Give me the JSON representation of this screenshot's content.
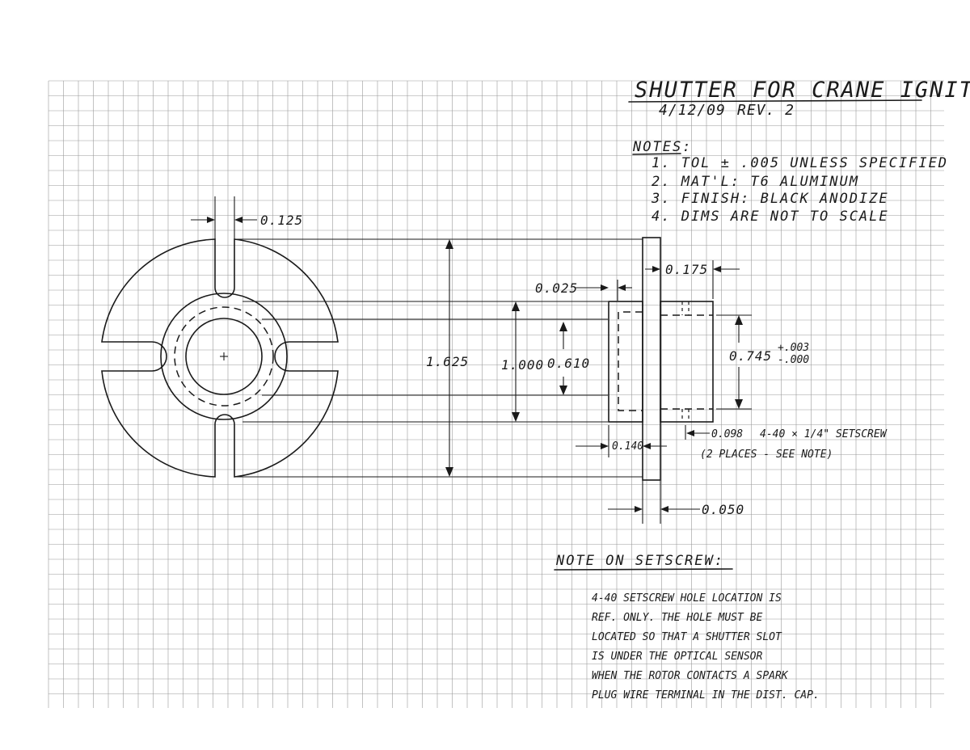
{
  "title": {
    "heading": "SHUTTER FOR CRANE IGNITION",
    "date": "4/12/09",
    "revision": "REV. 2"
  },
  "notes": {
    "header": "NOTES:",
    "items": [
      "1. TOL ± .005 UNLESS SPECIFIED",
      "2. MAT'L: T6 ALUMINUM",
      "3. FINISH: BLACK ANODIZE",
      "4. DIMS ARE NOT TO SCALE"
    ]
  },
  "dimensions": {
    "slot_width": "0.125",
    "overall_diameter": "1.625",
    "hub_od": "1.000",
    "bore": "0.610",
    "shoulder_step": "0.025",
    "hub_length": "0.175",
    "hub_step": "0.745",
    "hub_step_tol_plus": "+.003",
    "hub_step_tol_minus": "-.000",
    "setscrew_offset": "0.098",
    "setscrew_spec": "4-40 × 1/4\" SETSCREW",
    "setscrew_places": "(2 PLACES - SEE NOTE)",
    "flange_offset": "0.140",
    "flange_thickness": "0.050"
  },
  "setscrew_note": {
    "header": "NOTE ON SETSCREW:",
    "lines": [
      "4-40 SETSCREW HOLE LOCATION IS",
      "REF. ONLY. THE HOLE MUST BE",
      "LOCATED SO THAT A SHUTTER SLOT",
      "IS UNDER THE OPTICAL SENSOR",
      "WHEN THE ROTOR CONTACTS A SPARK",
      "PLUG WIRE TERMINAL IN THE DIST. CAP."
    ]
  }
}
